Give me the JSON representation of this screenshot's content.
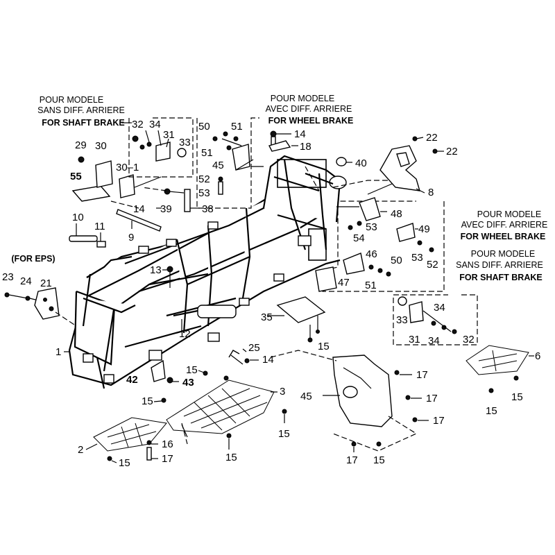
{
  "notes": {
    "without_diff_top": [
      "POUR MODELE",
      "SANS DIFF. ARRIERE",
      "FOR SHAFT BRAKE"
    ],
    "with_diff_top": [
      "POUR MODELE",
      "AVEC DIFF. ARRIERE",
      "FOR WHEEL BRAKE"
    ],
    "with_diff_right": [
      "POUR MODELE",
      "AVEC DIFF. ARRIERE",
      "FOR WHEEL BRAKE"
    ],
    "without_diff_right": [
      "POUR MODELE",
      "SANS DIFF. ARRIERE",
      "FOR SHAFT BRAKE"
    ],
    "eps": "(FOR EPS)"
  },
  "labels": {
    "l1": "1",
    "l2": "2",
    "l3": "3",
    "l45": "45",
    "l6": "6",
    "l8": "8",
    "l9": "9",
    "l10": "10",
    "l11": "11",
    "l12": "12",
    "l13": "13",
    "l14a": "14",
    "l14b": "14",
    "l14c": "14",
    "l15a": "15",
    "l15b": "15",
    "l15c": "15",
    "l15d": "15",
    "l15e": "15",
    "l15f": "15",
    "l15g": "15",
    "l15h": "15",
    "l16": "16",
    "l17a": "17",
    "l17b": "17",
    "l17c": "17",
    "l17d": "17",
    "l17e": "17",
    "l18": "18",
    "l21": "21",
    "l22a": "22",
    "l22b": "22",
    "l23": "23",
    "l24": "24",
    "l25": "25",
    "l29": "29",
    "l30": "30",
    "l30_1": "30–1",
    "l31a": "31",
    "l31b": "31",
    "l32a": "32",
    "l32b": "32",
    "l33a": "33",
    "l33b": "33",
    "l34a": "34",
    "l34b": "34",
    "l34c": "34",
    "l35": "35",
    "l38": "38",
    "l39": "39",
    "l40": "40",
    "l42": "42",
    "l43": "43",
    "l46": "46",
    "l47": "47",
    "l48": "48",
    "l49": "49",
    "l50a": "50",
    "l50b": "50",
    "l51a": "51",
    "l51b": "51",
    "l51c": "51",
    "l52a": "52",
    "l52b": "52",
    "l53a": "53",
    "l53b": "53",
    "l53c": "53",
    "l54": "54",
    "l55": "55"
  }
}
